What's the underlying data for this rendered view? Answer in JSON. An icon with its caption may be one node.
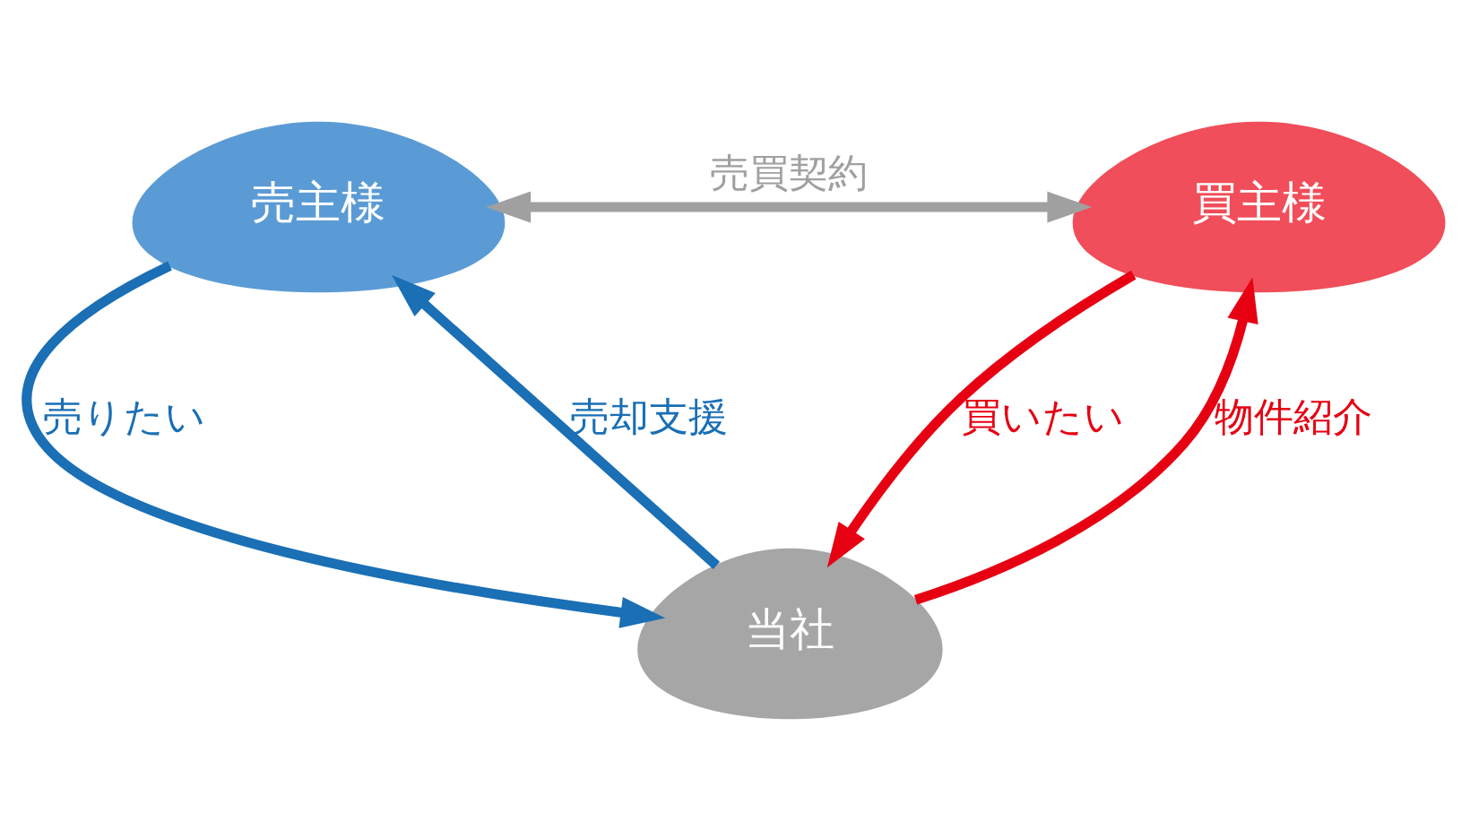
{
  "diagram": {
    "nodes": [
      {
        "text": [
          "売主様"
        ]
      },
      {
        "text": [
          "買主様"
        ]
      },
      {
        "text": [
          "当社"
        ]
      }
    ],
    "edges": [
      {
        "from": 0,
        "to": 1,
        "arrow": "both",
        "label": "売買契約",
        "color": "#a0a0a0"
      },
      {
        "from": 0,
        "to": 2,
        "arrow": "to",
        "label": "売りたい",
        "color": "#1a6fb5"
      },
      {
        "from": 2,
        "to": 0,
        "arrow": "to",
        "label": "売却支援",
        "color": "#1a6fb5"
      },
      {
        "from": 1,
        "to": 2,
        "arrow": "to",
        "label": "買いたい",
        "color": "#e60012"
      },
      {
        "from": 2,
        "to": 1,
        "arrow": "to",
        "label": "物件紹介",
        "color": "#e60012"
      }
    ]
  }
}
